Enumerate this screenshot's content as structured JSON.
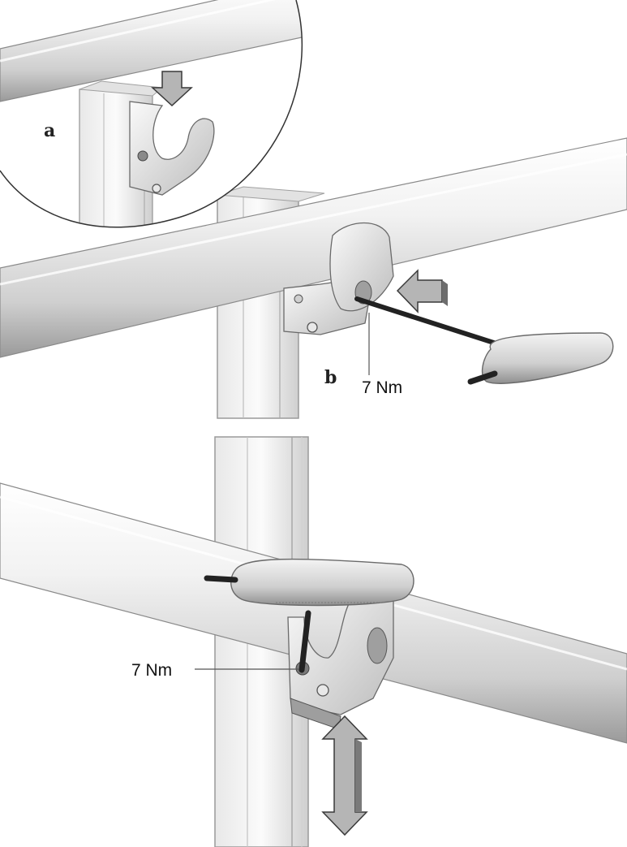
{
  "panel_top": {
    "inset_label": "a",
    "step_label": "b",
    "torque": "7 Nm"
  },
  "panel_bottom": {
    "torque": "7 Nm"
  },
  "colors": {
    "metal_light": "#f4f4f4",
    "metal_mid": "#c9c9c9",
    "metal_dark": "#8e8e8e",
    "arrow_fill": "#b5b5b5",
    "outline": "#3a3a3a",
    "wrench_shaft": "#222222"
  },
  "icons": [
    "down-arrow-icon",
    "left-arrow-icon",
    "double-vertical-arrow-icon",
    "hex-key-icon"
  ]
}
